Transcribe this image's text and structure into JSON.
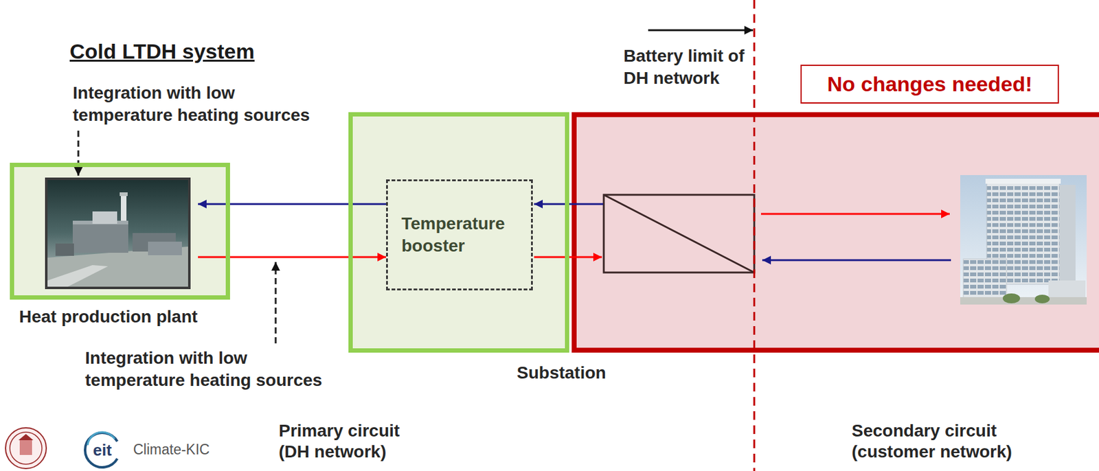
{
  "diagram": {
    "title": "Cold LTDH system",
    "nodes": [
      {
        "text": [
          "Heat production plant"
        ]
      },
      {
        "text": [
          "Substation"
        ]
      },
      {
        "text": [
          "Temperature booster"
        ],
        "in": 1
      },
      {
        "text": [
          "No changes needed!"
        ]
      }
    ],
    "edges": [
      {
        "from": 2,
        "to": 0,
        "arrow": "to"
      },
      {
        "from": 0,
        "to": 2,
        "arrow": "to"
      }
    ],
    "labels": [
      "Integration with low temperature heating sources",
      "Integration with low temperature heating sources",
      "Battery limit of DH network",
      "Primary circuit (DH network)",
      "Secondary circuit (customer network)",
      "eit",
      "Climate-KIC"
    ]
  }
}
